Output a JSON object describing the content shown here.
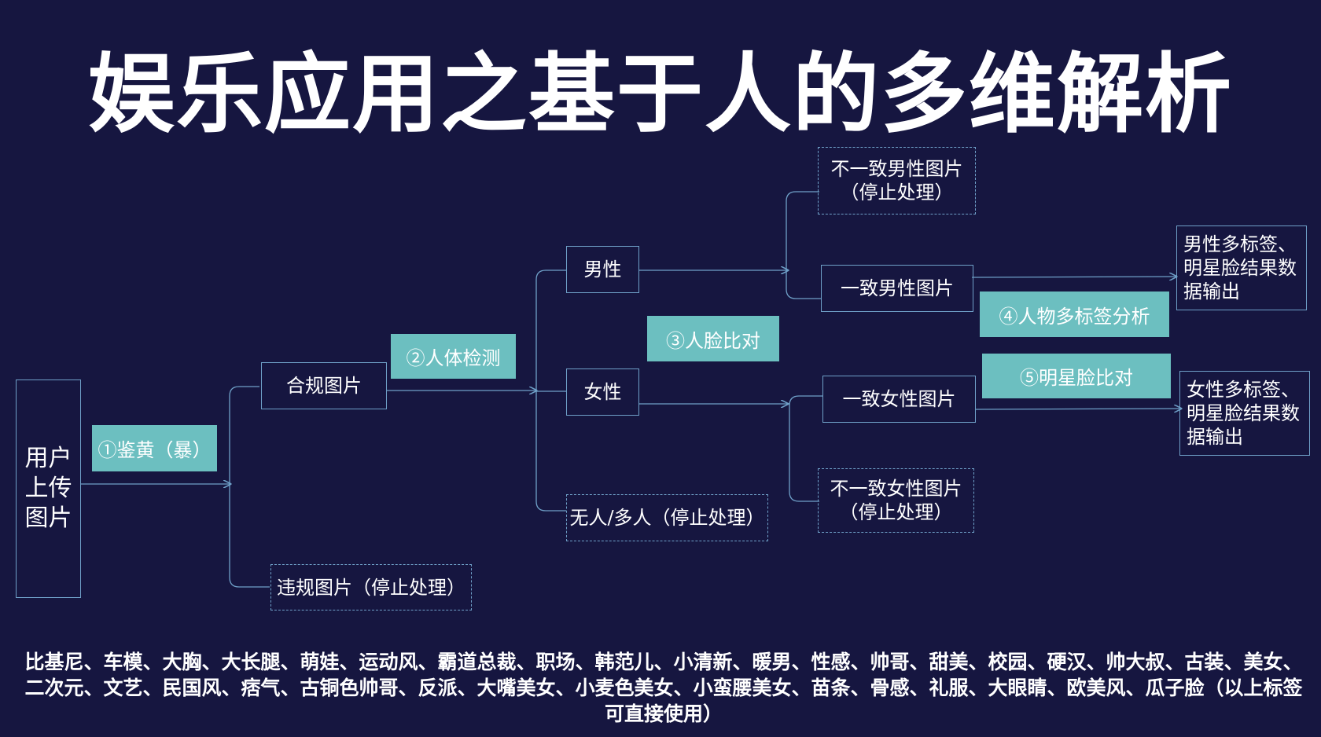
{
  "title": "娱乐应用之基于人的多维解析",
  "nodes": {
    "user_upload": "用户\n上传\n图片",
    "compliant": "合规图片",
    "violation": "违规图片（停止处理）",
    "male": "男性",
    "female": "女性",
    "none_multi": "无人/多人（停止处理）",
    "male_inconsistent": "不一致男性图片\n（停止处理）",
    "male_consistent": "一致男性图片",
    "female_consistent": "一致女性图片",
    "female_inconsistent": "不一致女性图片\n（停止处理）",
    "male_output": "男性多标签、\n明星脸结果数\n据输出",
    "female_output": "女性多标签、\n明星脸结果数\n据输出"
  },
  "steps": {
    "step1": "①鉴黄（暴）",
    "step2": "②人体检测",
    "step3": "③人脸比对",
    "step4": "④人物多标签分析",
    "step5": "⑤明星脸比对"
  },
  "tags_text": "比基尼、车模、大胸、大长腿、萌娃、运动风、霸道总裁、职场、韩范儿、小清新、暖男、性感、帅哥、甜美、校园、硬汉、帅大叔、古装、美女、二次元、文艺、民国风、痞气、古铜色帅哥、反派、大嘴美女、小麦色美女、小蛮腰美女、苗条、骨感、礼服、大眼睛、欧美风、瓜子脸（以上标签可直接使用）",
  "colors": {
    "background": "#161640",
    "step_fill": "#6cbfc0",
    "border": "#6fa0c8",
    "text": "#ffffff"
  }
}
